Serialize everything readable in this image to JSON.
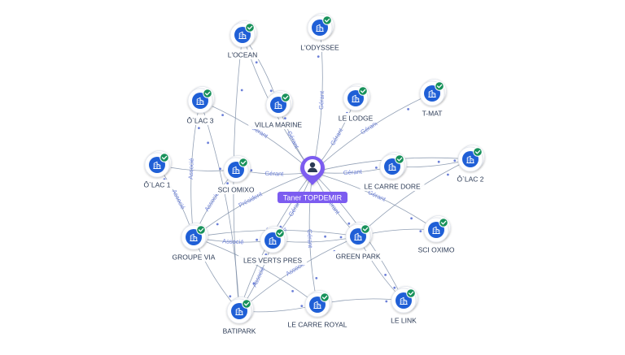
{
  "center": {
    "label": "Taner TOPDEMIR"
  },
  "colors": {
    "edge": "#7f8fa8",
    "edge_label": "#6b7fd8",
    "node_blue": "#1f5fd6",
    "check_green": "#17915a",
    "center_purple": "#7c5cf0",
    "node_text": "#2b3a55"
  },
  "nodes": [
    {
      "id": "locean",
      "label": "L'OCEAN",
      "icon": "building-icon",
      "badge": "check-icon"
    },
    {
      "id": "lodyssee",
      "label": "L'ODYSSEE",
      "icon": "building-icon",
      "badge": "check-icon"
    },
    {
      "id": "tmat",
      "label": "T-MAT",
      "icon": "building-icon",
      "badge": "check-icon"
    },
    {
      "id": "olac3",
      "label": "Ô`LAC 3",
      "icon": "building-icon",
      "badge": "check-icon"
    },
    {
      "id": "villa",
      "label": "VILLA MARINE",
      "icon": "building-icon",
      "badge": "check-icon"
    },
    {
      "id": "lodge",
      "label": "LE LODGE",
      "icon": "building-icon",
      "badge": "check-icon"
    },
    {
      "id": "olac1",
      "label": "Ô`LAC 1",
      "icon": "building-icon",
      "badge": "check-icon"
    },
    {
      "id": "omixo",
      "label": "SCI OMIXO",
      "icon": "building-icon",
      "badge": "check-icon"
    },
    {
      "id": "carredore",
      "label": "LE CARRE DORE",
      "icon": "building-icon",
      "badge": "check-icon"
    },
    {
      "id": "olac2",
      "label": "Ô`LAC 2",
      "icon": "building-icon",
      "badge": "check-icon"
    },
    {
      "id": "groupevia",
      "label": "GROUPE VIA",
      "icon": "building-icon",
      "badge": "check-icon"
    },
    {
      "id": "vertspres",
      "label": "LES VERTS PRES",
      "icon": "building-icon",
      "badge": "check-icon"
    },
    {
      "id": "greenpark",
      "label": "GREEN PARK",
      "icon": "building-icon",
      "badge": "check-icon"
    },
    {
      "id": "oximo",
      "label": "SCI OXIMO",
      "icon": "building-icon",
      "badge": "check-icon"
    },
    {
      "id": "batipark",
      "label": "BATIPARK",
      "icon": "building-icon",
      "badge": "check-icon"
    },
    {
      "id": "carreroyal",
      "label": "LE CARRE ROYAL",
      "icon": "building-icon",
      "badge": "check-icon"
    },
    {
      "id": "link",
      "label": "LE LINK",
      "icon": "building-icon",
      "badge": "check-icon"
    }
  ],
  "edges": [
    {
      "from": "center",
      "to": "locean",
      "label": ""
    },
    {
      "from": "center",
      "to": "lodyssee",
      "label": "Gérant"
    },
    {
      "from": "center",
      "to": "tmat",
      "label": "Gérant"
    },
    {
      "from": "center",
      "to": "olac3",
      "label": "Gérant"
    },
    {
      "from": "center",
      "to": "villa",
      "label": "Gérant"
    },
    {
      "from": "center",
      "to": "lodge",
      "label": "Gérant"
    },
    {
      "from": "center",
      "to": "omixo",
      "label": "Gérant"
    },
    {
      "from": "center",
      "to": "carredore",
      "label": "Gérant"
    },
    {
      "from": "center",
      "to": "olac2",
      "label": ""
    },
    {
      "from": "center",
      "to": "groupevia",
      "label": "Président"
    },
    {
      "from": "center",
      "to": "vertspres",
      "label": "Gérant"
    },
    {
      "from": "center",
      "to": "greenpark",
      "label": "Gérant"
    },
    {
      "from": "center",
      "to": "oximo",
      "label": "Gérant"
    },
    {
      "from": "center",
      "to": "carreroyal",
      "label": "Gérant"
    },
    {
      "from": "center",
      "to": "link",
      "label": ""
    },
    {
      "from": "center",
      "to": "batipark",
      "label": ""
    },
    {
      "from": "groupevia",
      "to": "olac3",
      "label": "Associé"
    },
    {
      "from": "groupevia",
      "to": "olac1",
      "label": "Associé"
    },
    {
      "from": "groupevia",
      "to": "omixo",
      "label": "Associé"
    },
    {
      "from": "groupevia",
      "to": "vertspres",
      "label": "Associé"
    },
    {
      "from": "groupevia",
      "to": "greenpark",
      "label": "Associé"
    },
    {
      "from": "groupevia",
      "to": "batipark",
      "label": ""
    },
    {
      "from": "groupevia",
      "to": "carreroyal",
      "label": ""
    },
    {
      "from": "batipark",
      "to": "vertspres",
      "label": "Associé"
    },
    {
      "from": "batipark",
      "to": "greenpark",
      "label": "Associé"
    },
    {
      "from": "batipark",
      "to": "carreroyal",
      "label": ""
    },
    {
      "from": "batipark",
      "to": "locean",
      "label": ""
    },
    {
      "from": "batipark",
      "to": "olac3",
      "label": ""
    },
    {
      "from": "carreroyal",
      "to": "link",
      "label": ""
    },
    {
      "from": "greenpark",
      "to": "link",
      "label": ""
    },
    {
      "from": "greenpark",
      "to": "oximo",
      "label": ""
    },
    {
      "from": "carredore",
      "to": "olac2",
      "label": ""
    },
    {
      "from": "greenpark",
      "to": "olac2",
      "label": ""
    },
    {
      "from": "olac1",
      "to": "omixo",
      "label": ""
    },
    {
      "from": "locean",
      "to": "villa",
      "label": ""
    },
    {
      "from": "vertspres",
      "to": "greenpark",
      "label": ""
    }
  ]
}
